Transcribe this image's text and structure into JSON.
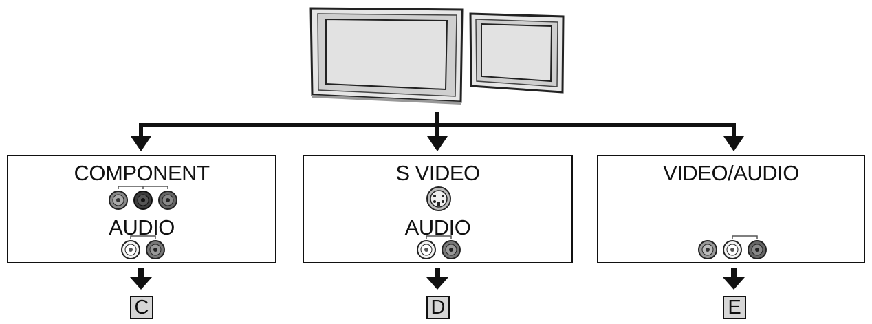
{
  "connections": [
    {
      "title": "COMPONENT",
      "sub": "AUDIO",
      "result": "C"
    },
    {
      "title": "S VIDEO",
      "sub": "AUDIO",
      "result": "D"
    },
    {
      "title": "VIDEO/AUDIO",
      "sub": "",
      "result": "E"
    }
  ],
  "icons": {
    "tv": "tv-icon",
    "component_jacks": "component-jacks-icon",
    "svideo_jack": "s-video-jack-icon",
    "audio_jacks": "audio-jacks-icon",
    "av_jacks": "video-audio-jacks-icon"
  }
}
